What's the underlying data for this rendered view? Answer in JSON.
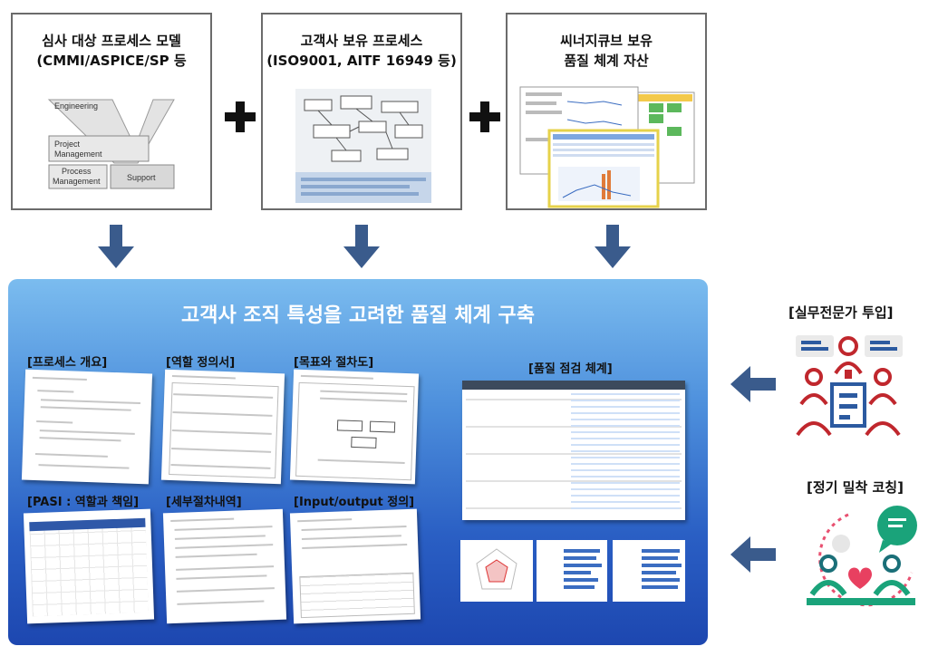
{
  "sources": [
    {
      "line1": "심사 대상 프로세스 모델",
      "line2": "(CMMI/ASPICE/SP 등"
    },
    {
      "line1": "고객사 보유 프로세스",
      "line2": "(ISO9001, AITF 16949 등)"
    },
    {
      "line1": "씨너지큐브 보유",
      "line2": "품질 체계 자산"
    }
  ],
  "model_diagram": {
    "engineering": "Engineering",
    "project": "Project Management",
    "process": "Process Management",
    "support": "Support"
  },
  "main_title": "고객사 조직 특성을 고려한 품질 체계 구축",
  "sections": {
    "s1": "[프로세스 개요]",
    "s2": "[역할 정의서]",
    "s3": "[목표와 절차도]",
    "s4": "[품질 점검 체계]",
    "s5": "[PASI : 역할과 책임]",
    "s6": "[세부절차내역]",
    "s7": "[Input/output 정의]"
  },
  "side": {
    "expert": "[실무전문가 투입]",
    "coaching": "[정기 밀착 코칭]"
  },
  "colors": {
    "panel_top": "#7bbcef",
    "panel_bottom": "#1d47b0",
    "arrow": "#3a5b8c",
    "icon_red": "#c0272d",
    "icon_blue": "#2c5aa0",
    "coach_green": "#1aa37a"
  }
}
